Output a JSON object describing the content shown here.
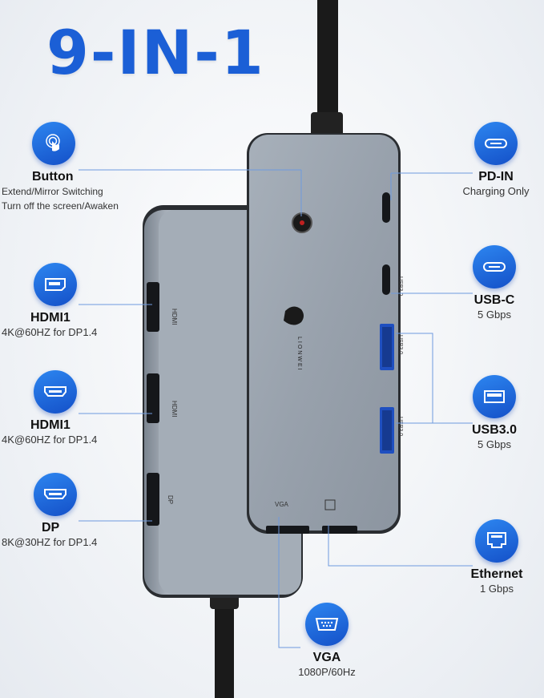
{
  "title": "9-IN-1",
  "features": {
    "button": {
      "name": "Button",
      "desc1": "Extend/Mirror Switching",
      "desc2": "Turn off the screen/Awaken",
      "icon": "touch-icon"
    },
    "hdmi1a": {
      "name": "HDMI1",
      "desc": "4K@60HZ for DP1.4",
      "icon": "displayport-icon"
    },
    "hdmi1b": {
      "name": "HDMI1",
      "desc": "4K@60HZ for DP1.4",
      "icon": "hdmi-icon"
    },
    "dp": {
      "name": "DP",
      "desc": "8K@30HZ for DP1.4",
      "icon": "hdmi-port-icon"
    },
    "pdin": {
      "name": "PD-IN",
      "desc": "Charging Only",
      "icon": "usb-c-icon"
    },
    "usbc": {
      "name": "USB-C",
      "desc": "5 Gbps",
      "icon": "usb-c-icon"
    },
    "usb3": {
      "name": "USB3.0",
      "desc": "5 Gbps",
      "icon": "usb-a-icon"
    },
    "ethernet": {
      "name": "Ethernet",
      "desc": "1 Gbps",
      "icon": "ethernet-icon"
    },
    "vga": {
      "name": "VGA",
      "desc": "1080P/60Hz",
      "icon": "vga-icon"
    }
  },
  "device": {
    "brand": "LIONWEI",
    "port_labels": {
      "usb30a": "USB3.0",
      "usb30b": "USB3.0",
      "usbc": "USB3.0",
      "hdmi1": "HDMI",
      "hdmi2": "HDMI",
      "dp": "DP",
      "vga": "VGA"
    }
  },
  "colors": {
    "accent": "#1b5fd6",
    "device": "#9aa3ae"
  }
}
